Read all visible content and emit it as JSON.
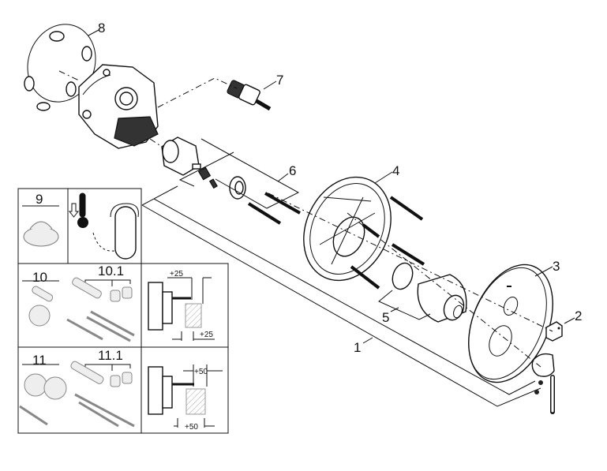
{
  "diagram": {
    "type": "exploded-parts-view",
    "parts": [
      {
        "number": "1"
      },
      {
        "number": "2"
      },
      {
        "number": "3"
      },
      {
        "number": "4"
      },
      {
        "number": "5"
      },
      {
        "number": "6"
      },
      {
        "number": "7"
      },
      {
        "number": "8"
      }
    ],
    "accessory_panels": [
      {
        "number": "9",
        "subnumber": null
      },
      {
        "number": "10",
        "subnumber": "10.1",
        "dims": [
          "+25",
          "+25"
        ]
      },
      {
        "number": "11",
        "subnumber": "11.1",
        "dims": [
          "+50",
          "+50"
        ]
      }
    ],
    "colors": {
      "line": "#111111",
      "grey": "#777777",
      "background": "#ffffff"
    }
  }
}
